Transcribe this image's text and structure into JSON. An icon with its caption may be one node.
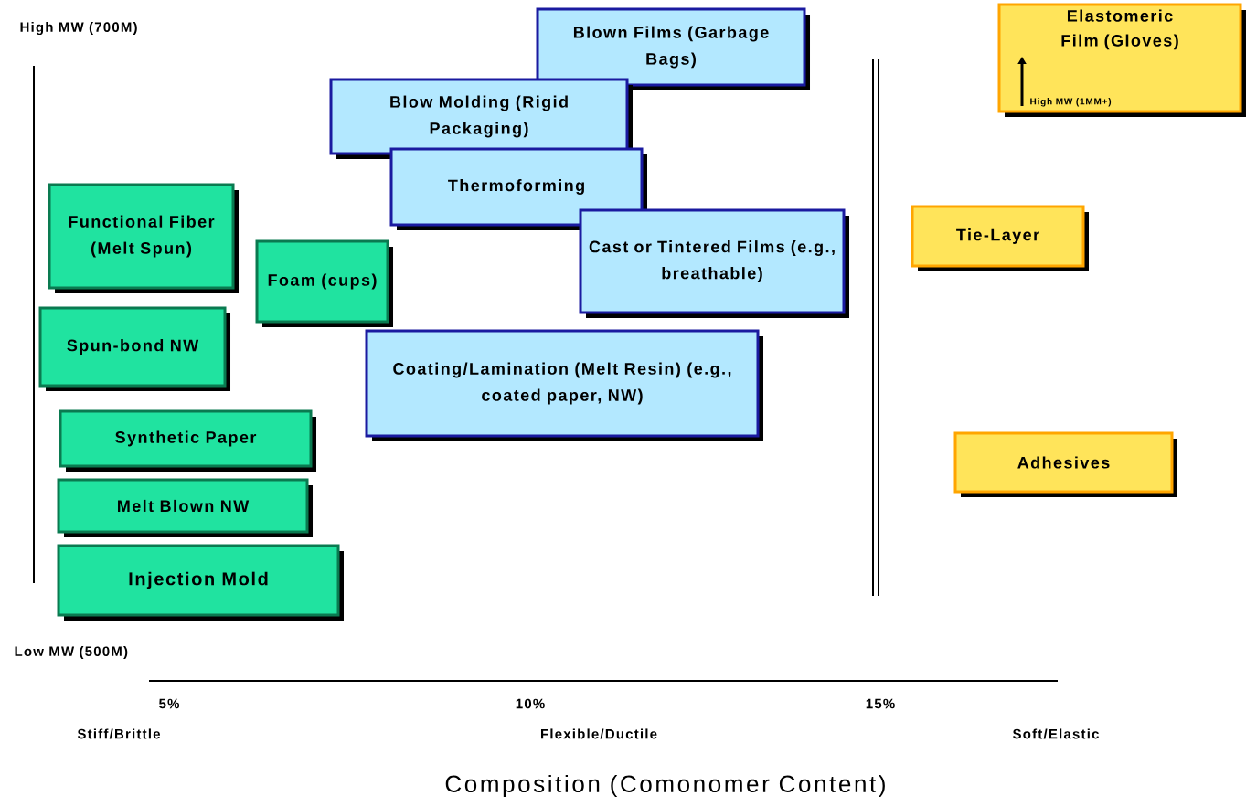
{
  "diagram": {
    "nodes": [
      {
        "text": [
          "Blown Films (Garbage Bags)"
        ]
      },
      {
        "text": [
          "Blow Molding (Rigid Packaging)"
        ]
      },
      {
        "text": [
          "Thermoforming"
        ]
      },
      {
        "text": [
          "Functional Fiber (Melt Spun)"
        ]
      },
      {
        "text": [
          "Foam (cups)"
        ]
      },
      {
        "text": [
          "Cast or Tintered Films (e.g., breathable)"
        ]
      },
      {
        "text": [
          "Elastomeric Film (Gloves)",
          "High MW (1MM+)"
        ]
      },
      {
        "text": [
          "Tie-Layer"
        ]
      },
      {
        "text": [
          "Spun-bond NW"
        ]
      },
      {
        "text": [
          "Coating/Lamination (Melt Resin) (e.g., coated paper, NW)"
        ]
      },
      {
        "text": [
          "Synthetic Paper"
        ]
      },
      {
        "text": [
          "Adhesives"
        ]
      },
      {
        "text": [
          "Melt Blown NW"
        ]
      },
      {
        "text": [
          "Injection Mold"
        ]
      }
    ],
    "labels": [
      "High MW (700M)",
      "Low MW (500M)",
      "5%",
      "10%",
      "15%",
      "Stiff/Brittle",
      "Flexible/Ductile",
      "Soft/Elastic",
      "Composition (Comonomer Content)"
    ]
  }
}
